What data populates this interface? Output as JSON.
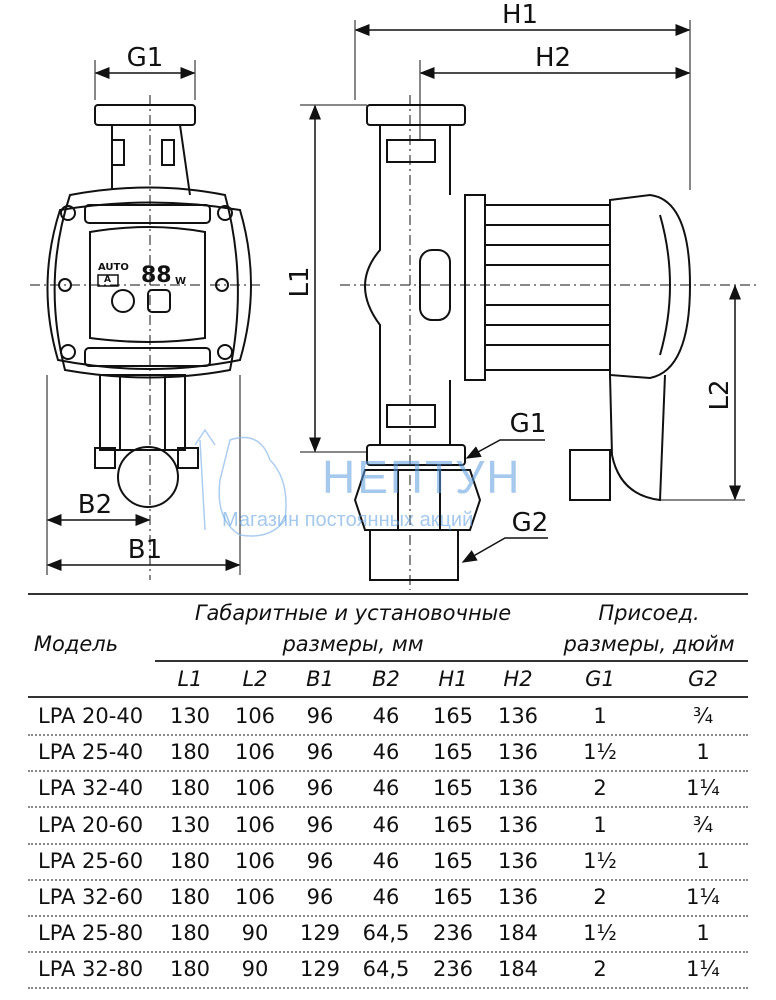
{
  "drawing": {
    "front_view_labels": {
      "g1": "G1",
      "b1": "B1",
      "b2": "B2"
    },
    "side_view_labels": {
      "h1": "H1",
      "h2": "H2",
      "l1": "L1",
      "l2": "L2",
      "g1": "G1",
      "g2": "G2"
    },
    "panel_text": {
      "auto": "AUTO",
      "a": "A",
      "digits": "88",
      "unit": "W"
    }
  },
  "watermark": {
    "brand": "НЕПТУН",
    "tagline": "Магазин постоянных акций"
  },
  "table": {
    "model_header": "Модель",
    "dims_header_line1": "Габаритные и установочные",
    "dims_header_line2": "размеры, мм",
    "conn_header_line1": "Присоед.",
    "conn_header_line2": "размеры, дюйм",
    "columns": [
      "L1",
      "L2",
      "B1",
      "B2",
      "H1",
      "H2",
      "G1",
      "G2"
    ],
    "rows": [
      [
        "LPA 20-40",
        "130",
        "106",
        "96",
        "46",
        "165",
        "136",
        "1",
        "¾"
      ],
      [
        "LPA 25-40",
        "180",
        "106",
        "96",
        "46",
        "165",
        "136",
        "1½",
        "1"
      ],
      [
        "LPA 32-40",
        "180",
        "106",
        "96",
        "46",
        "165",
        "136",
        "2",
        "1¼"
      ],
      [
        "LPA 20-60",
        "130",
        "106",
        "96",
        "46",
        "165",
        "136",
        "1",
        "¾"
      ],
      [
        "LPA 25-60",
        "180",
        "106",
        "96",
        "46",
        "165",
        "136",
        "1½",
        "1"
      ],
      [
        "LPA 32-60",
        "180",
        "106",
        "96",
        "46",
        "165",
        "136",
        "2",
        "1¼"
      ],
      [
        "LPA 25-80",
        "180",
        "90",
        "129",
        "64,5",
        "236",
        "184",
        "1½",
        "1"
      ],
      [
        "LPA 32-80",
        "180",
        "90",
        "129",
        "64,5",
        "236",
        "184",
        "2",
        "1¼"
      ]
    ]
  }
}
